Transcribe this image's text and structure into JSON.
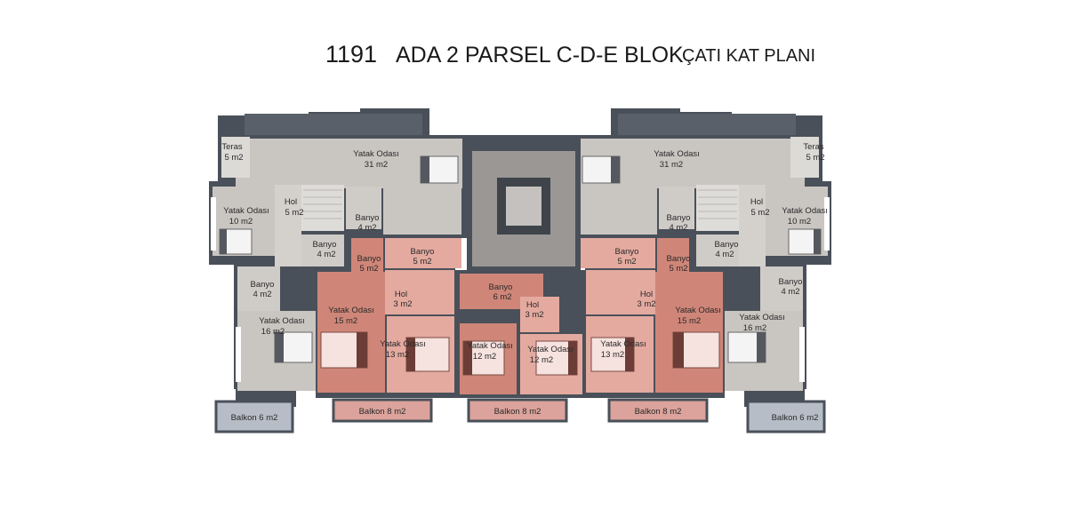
{
  "title": {
    "lot": "1191",
    "main": "ADA 2 PARSEL C-D-E BLOK",
    "sub": "ÇATI KAT PLANI"
  },
  "rooms": [
    {
      "id": "teras-l",
      "name": "Teras",
      "area": "5 m2"
    },
    {
      "id": "yatak-31-l",
      "name": "Yatak Odası",
      "area": "31 m2"
    },
    {
      "id": "yatak-10-l",
      "name": "Yatak Odası",
      "area": "10 m2"
    },
    {
      "id": "hol-5-l",
      "name": "Hol",
      "area": "5 m2"
    },
    {
      "id": "banyo-4a-l",
      "name": "Banyo",
      "area": "4 m2"
    },
    {
      "id": "banyo-4b-l",
      "name": "Banyo",
      "area": "4 m2"
    },
    {
      "id": "banyo-5a-l",
      "name": "Banyo",
      "area": "5 m2"
    },
    {
      "id": "banyo-5b-l",
      "name": "Banyo",
      "area": "5 m2"
    },
    {
      "id": "banyo-4c-l",
      "name": "Banyo",
      "area": "4 m2"
    },
    {
      "id": "hol-3-l",
      "name": "Hol",
      "area": "3 m2"
    },
    {
      "id": "yatak-15-l",
      "name": "Yatak Odası",
      "area": "15 m2"
    },
    {
      "id": "yatak-16-l",
      "name": "Yatak Odası",
      "area": "16 m2"
    },
    {
      "id": "yatak-13-l",
      "name": "Yatak Odası",
      "area": "13 m2"
    },
    {
      "id": "banyo-6-c",
      "name": "Banyo",
      "area": "6 m2"
    },
    {
      "id": "hol-3-c",
      "name": "Hol",
      "area": "3 m2"
    },
    {
      "id": "yatak-12a-c",
      "name": "Yatak Odası",
      "area": "12 m2"
    },
    {
      "id": "yatak-12b-c",
      "name": "Yatak Odası",
      "area": "12 m2"
    },
    {
      "id": "teras-r",
      "name": "Teras",
      "area": "5 m2"
    },
    {
      "id": "yatak-31-r",
      "name": "Yatak Odası",
      "area": "31 m2"
    },
    {
      "id": "yatak-10-r",
      "name": "Yatak Odası",
      "area": "10 m2"
    },
    {
      "id": "hol-5-r",
      "name": "Hol",
      "area": "5 m2"
    },
    {
      "id": "banyo-4a-r",
      "name": "Banyo",
      "area": "4 m2"
    },
    {
      "id": "banyo-4b-r",
      "name": "Banyo",
      "area": "4 m2"
    },
    {
      "id": "banyo-5a-r",
      "name": "Banyo",
      "area": "5 m2"
    },
    {
      "id": "banyo-5b-r",
      "name": "Banyo",
      "area": "5 m2"
    },
    {
      "id": "banyo-4c-r",
      "name": "Banyo",
      "area": "4 m2"
    },
    {
      "id": "hol-3-r",
      "name": "Hol",
      "area": "3 m2"
    },
    {
      "id": "yatak-15-r",
      "name": "Yatak Odası",
      "area": "15 m2"
    },
    {
      "id": "yatak-16-r",
      "name": "Yatak Odası",
      "area": "16 m2"
    },
    {
      "id": "yatak-13-r",
      "name": "Yatak Odası",
      "area": "13 m2"
    }
  ],
  "balconies": [
    {
      "id": "balkon-6-l",
      "label": "Balkon 6 m2"
    },
    {
      "id": "balkon-8-l",
      "label": "Balkon 8 m2"
    },
    {
      "id": "balkon-8-c",
      "label": "Balkon 8 m2"
    },
    {
      "id": "balkon-8-r",
      "label": "Balkon 8 m2"
    },
    {
      "id": "balkon-6-r",
      "label": "Balkon 6 m2"
    }
  ],
  "colors": {
    "wall": "#4a5059",
    "floor_gray": "#c9c6c2",
    "floor_light": "#dcdad6",
    "pink": "#e4aaa0",
    "pink_dark": "#cf8678",
    "balcony_pink": "#dba39b",
    "balcony_gray": "#b7bdc6",
    "stair": "#9a9795"
  }
}
